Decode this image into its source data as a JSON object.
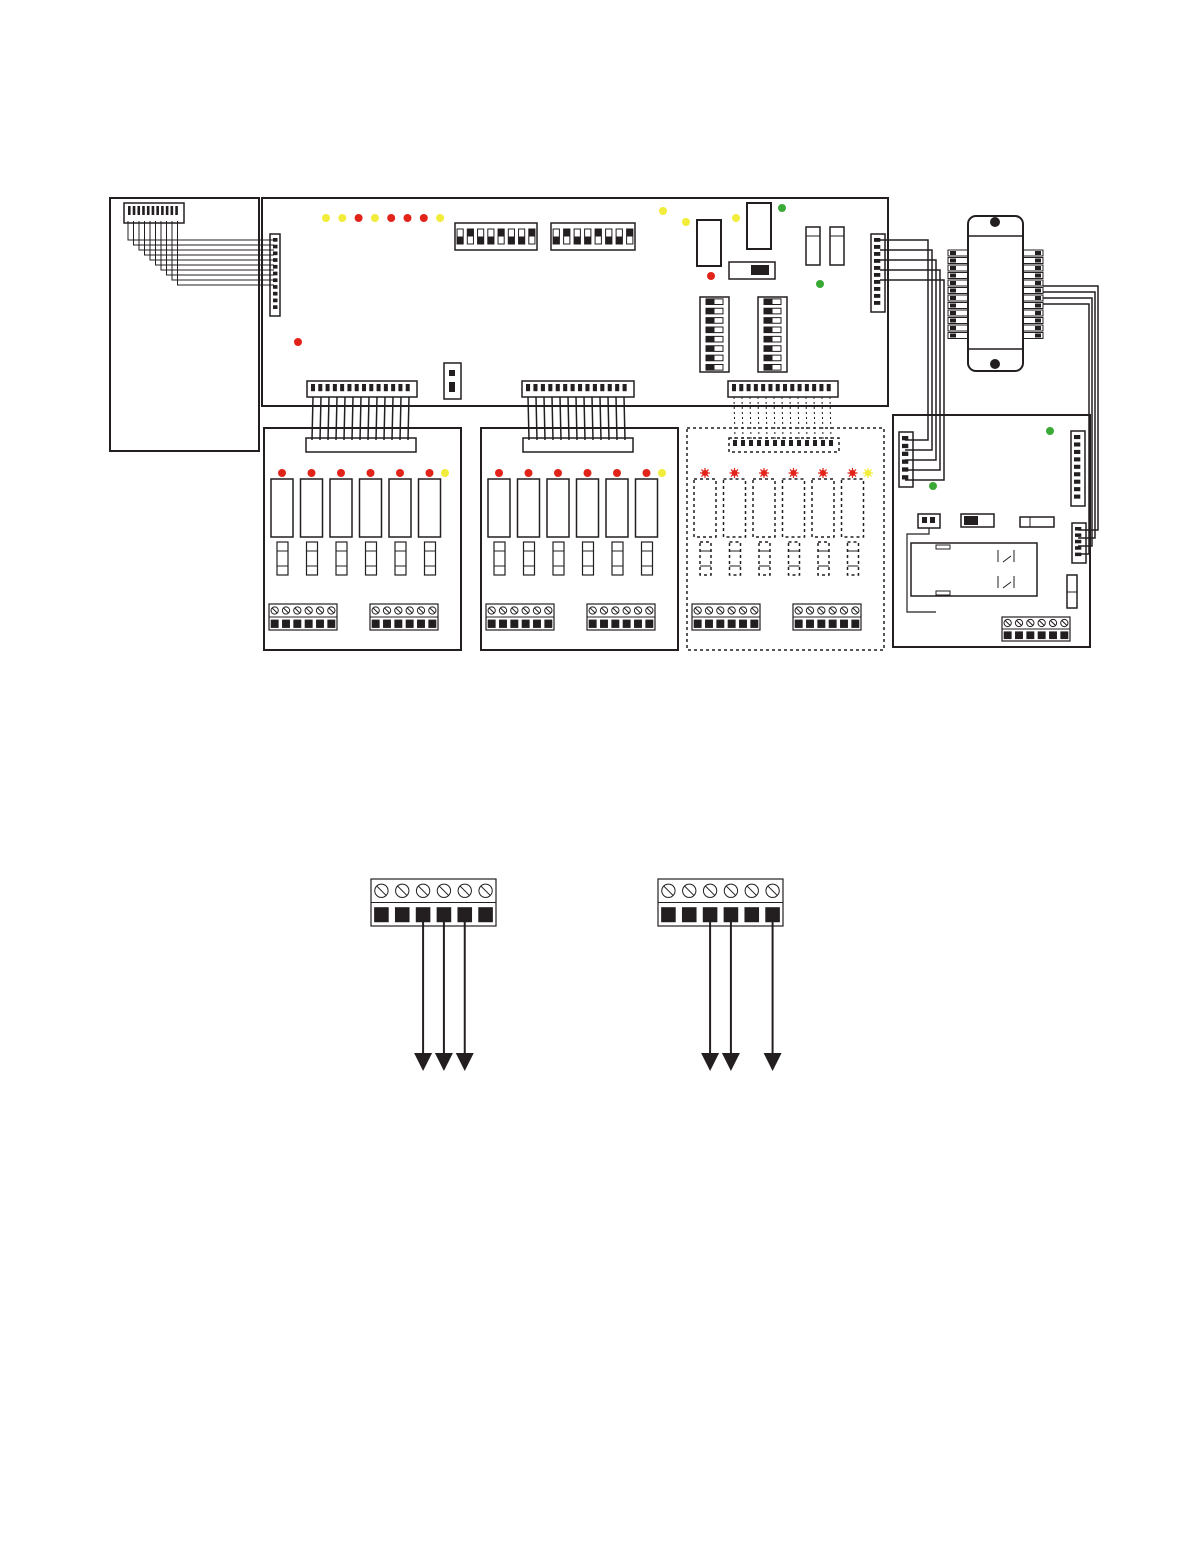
{
  "diagram": {
    "type": "wiring-diagram",
    "colors": {
      "line": "#231f20",
      "led_red": "#e2231a",
      "led_yellow": "#f2ec3a",
      "led_green": "#3aa935",
      "background": "#ffffff"
    },
    "main_board": {
      "led_row": [
        "yellow",
        "yellow",
        "red",
        "yellow",
        "red",
        "red",
        "red",
        "yellow"
      ],
      "led_right": [
        "yellow",
        "yellow",
        "yellow",
        "green",
        "red",
        "green"
      ],
      "led_left": "red"
    },
    "relay_boards": [
      {
        "style": "solid",
        "relays": 6,
        "leds": [
          "red",
          "red",
          "red",
          "red",
          "red",
          "red",
          "yellow"
        ]
      },
      {
        "style": "solid",
        "relays": 6,
        "leds": [
          "red",
          "red",
          "red",
          "red",
          "red",
          "red",
          "yellow"
        ]
      },
      {
        "style": "dotted",
        "relays": 6,
        "leds": [
          "red",
          "red",
          "red",
          "red",
          "red",
          "red",
          "yellow"
        ]
      }
    ],
    "aux_board": {
      "leds": [
        "green",
        "green"
      ]
    },
    "terminal_blocks": [
      {
        "terminals": 6,
        "wired": [
          2,
          3,
          4
        ]
      },
      {
        "terminals": 6,
        "wired": [
          2,
          3,
          5
        ]
      }
    ]
  }
}
